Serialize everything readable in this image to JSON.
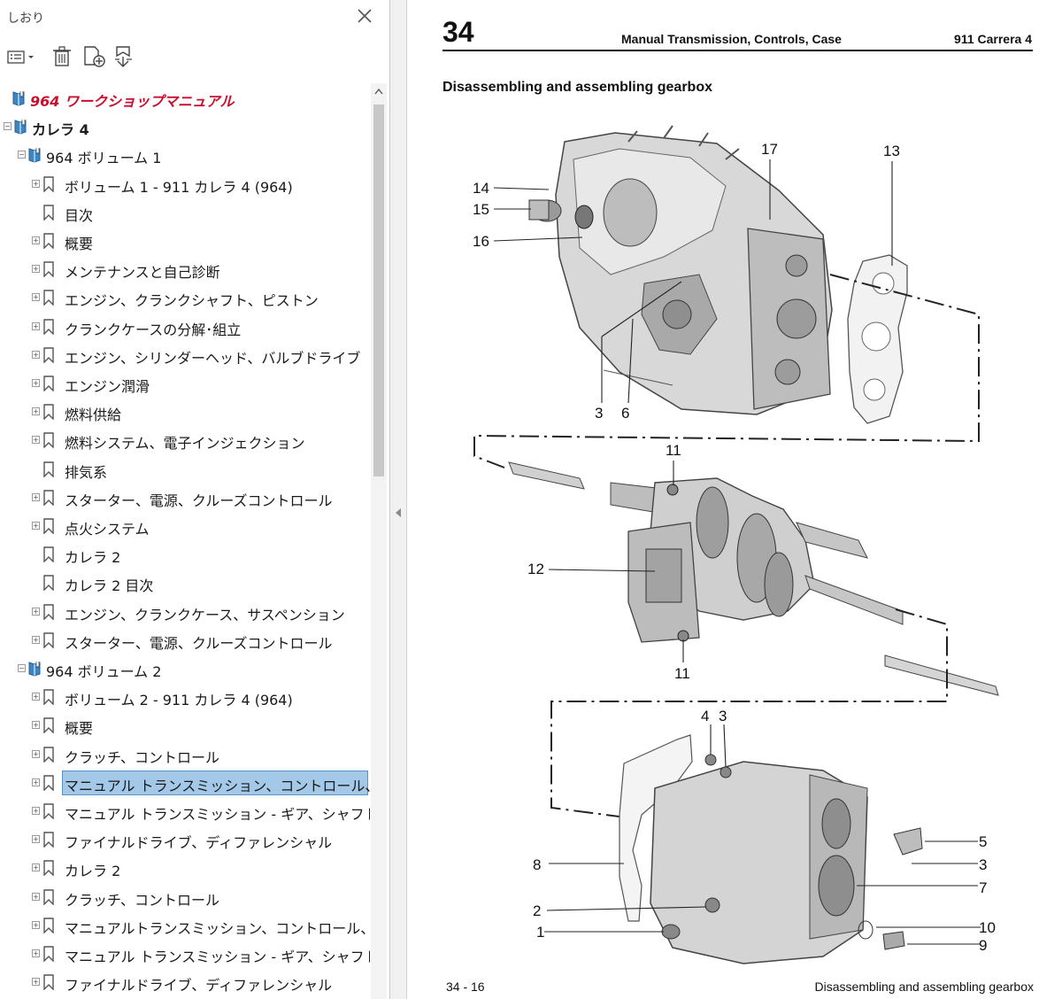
{
  "panel": {
    "title": "しおり",
    "tools": [
      "options-icon",
      "delete-bookmark-icon",
      "new-bookmark-icon",
      "expand-bookmark-icon"
    ]
  },
  "bookmarks": [
    {
      "label": "964 ワークショップマニュアル",
      "level": 0,
      "expander": "none",
      "style": "root"
    },
    {
      "label": "カレラ 4",
      "level": 0,
      "expander": "minus",
      "style": "bold"
    },
    {
      "label": "964 ボリューム 1",
      "level": 1,
      "expander": "minus",
      "style": "book"
    },
    {
      "label": "ボリューム 1 - 911 カレラ 4 (964)",
      "level": 2,
      "expander": "plus",
      "style": "bm"
    },
    {
      "label": "目次",
      "level": 2,
      "expander": "none",
      "style": "bm"
    },
    {
      "label": "概要",
      "level": 2,
      "expander": "plus",
      "style": "bm"
    },
    {
      "label": "メンテナンスと自己診断",
      "level": 2,
      "expander": "plus",
      "style": "bm"
    },
    {
      "label": "エンジン、クランクシャフト、ピストン",
      "level": 2,
      "expander": "plus",
      "style": "bm"
    },
    {
      "label": "クランクケースの分解･組立",
      "level": 2,
      "expander": "plus",
      "style": "bm"
    },
    {
      "label": "エンジン、シリンダーヘッド、バルブドライブ",
      "level": 2,
      "expander": "plus",
      "style": "bm"
    },
    {
      "label": "エンジン潤滑",
      "level": 2,
      "expander": "plus",
      "style": "bm"
    },
    {
      "label": "燃料供給",
      "level": 2,
      "expander": "plus",
      "style": "bm"
    },
    {
      "label": "燃料システム、電子インジェクション",
      "level": 2,
      "expander": "plus",
      "style": "bm"
    },
    {
      "label": "排気系",
      "level": 2,
      "expander": "none",
      "style": "bm"
    },
    {
      "label": "スターター、電源、クルーズコントロール",
      "level": 2,
      "expander": "plus",
      "style": "bm"
    },
    {
      "label": "点火システム",
      "level": 2,
      "expander": "plus",
      "style": "bm"
    },
    {
      "label": "カレラ 2",
      "level": 2,
      "expander": "none",
      "style": "bm"
    },
    {
      "label": "カレラ 2 目次",
      "level": 2,
      "expander": "none",
      "style": "bm"
    },
    {
      "label": "エンジン、クランクケース、サスペンション",
      "level": 2,
      "expander": "plus",
      "style": "bm"
    },
    {
      "label": "スターター、電源、クルーズコントロール",
      "level": 2,
      "expander": "plus",
      "style": "bm"
    },
    {
      "label": "964 ボリューム 2",
      "level": 1,
      "expander": "minus",
      "style": "book"
    },
    {
      "label": "ボリューム 2 - 911 カレラ 4 (964)",
      "level": 2,
      "expander": "plus",
      "style": "bm"
    },
    {
      "label": "概要",
      "level": 2,
      "expander": "plus",
      "style": "bm"
    },
    {
      "label": "クラッチ、コントロール",
      "level": 2,
      "expander": "plus",
      "style": "bm"
    },
    {
      "label": "マニュアル トランスミッション、コントロール、ケース",
      "level": 2,
      "expander": "plus",
      "style": "bm",
      "selected": true
    },
    {
      "label": "マニュアル トランスミッション - ギア、シャフト",
      "level": 2,
      "expander": "plus",
      "style": "bm"
    },
    {
      "label": "ファイナルドライブ、ディファレンシャル",
      "level": 2,
      "expander": "plus",
      "style": "bm"
    },
    {
      "label": "カレラ 2",
      "level": 2,
      "expander": "plus",
      "style": "bm"
    },
    {
      "label": "クラッチ、コントロール",
      "level": 2,
      "expander": "plus",
      "style": "bm"
    },
    {
      "label": "マニュアルトランスミッション、コントロール、ケース",
      "level": 2,
      "expander": "plus",
      "style": "bm"
    },
    {
      "label": "マニュアル トランスミッション - ギア、シャフト",
      "level": 2,
      "expander": "plus",
      "style": "bm"
    },
    {
      "label": "ファイナルドライブ、ディファレンシャル",
      "level": 2,
      "expander": "plus",
      "style": "bm"
    },
    {
      "label": "964 ボリューム 3",
      "level": 1,
      "expander": "plus",
      "style": "book"
    }
  ],
  "document": {
    "page_number": "34",
    "section_title": "Manual Transmission, Controls, Case",
    "model": "911 Carrera 4",
    "heading": "Disassembling and assembling gearbox",
    "footer_left": "34 - 16",
    "footer_right": "Disassembling and assembling gearbox",
    "callouts": [
      "14",
      "15",
      "16",
      "17",
      "13",
      "3",
      "6",
      "11",
      "12",
      "11",
      "4",
      "3",
      "5",
      "3",
      "8",
      "7",
      "2",
      "1",
      "10",
      "9"
    ]
  },
  "colors": {
    "root_bookmark": "#c8102e",
    "selection_fill": "#a4c8e8",
    "selection_border": "#5a8fc0",
    "book_icon": "#3a86c8"
  }
}
